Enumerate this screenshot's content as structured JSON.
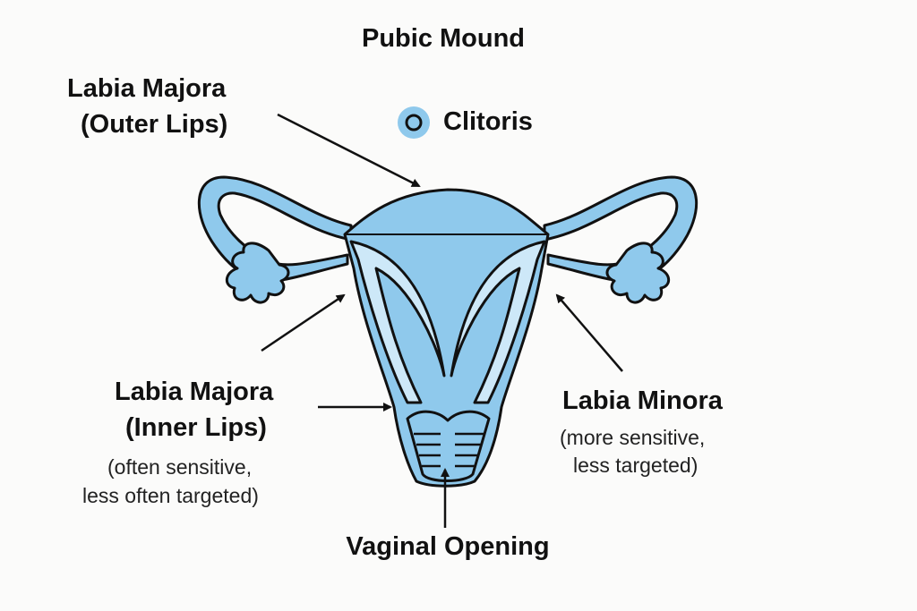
{
  "labels": {
    "pubic_mound": "Pubic Mound",
    "clitoris": "Clitoris",
    "labia_majora_outer_1": "Labia Majora",
    "labia_majora_outer_2": "(Outer Lips)",
    "labia_majora_inner_1": "Labia Majora",
    "labia_majora_inner_2": "(Inner Lips)",
    "labia_majora_inner_note_1": "(often sensitive,",
    "labia_majora_inner_note_2": "less often targeted)",
    "labia_minora": "Labia Minora",
    "labia_minora_note_1": "(more sensitive,",
    "labia_minora_note_2": "less targeted)",
    "vaginal_opening": "Vaginal Opening"
  },
  "colors": {
    "fill": "#8fc9ec",
    "highlight": "#cde8f8",
    "outline": "#111111"
  }
}
